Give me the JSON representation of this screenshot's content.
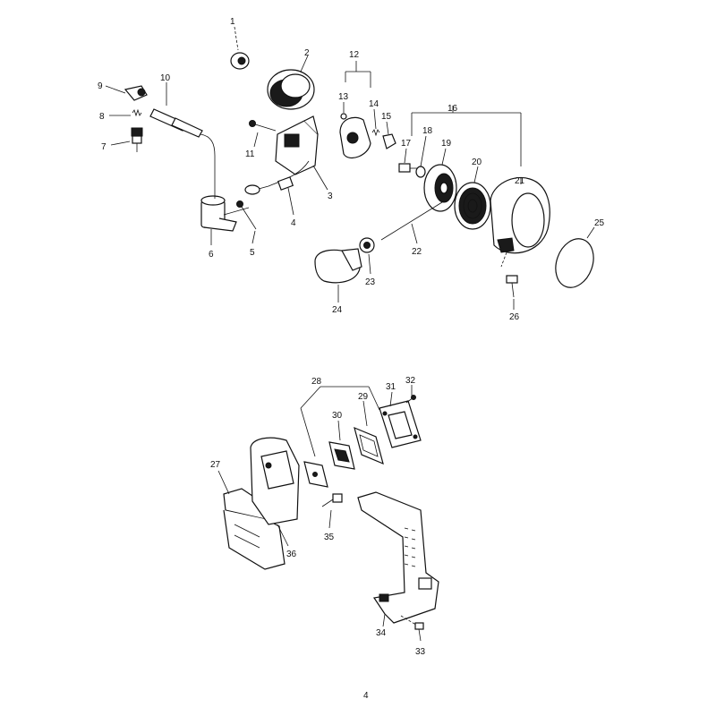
{
  "diagram": {
    "callouts": [
      "1",
      "2",
      "3",
      "4",
      "5",
      "6",
      "7",
      "8",
      "9",
      "10",
      "11",
      "12",
      "13",
      "14",
      "15",
      "16",
      "17",
      "18",
      "19",
      "20",
      "21",
      "22",
      "23",
      "24",
      "25",
      "26",
      "27",
      "28",
      "29",
      "30",
      "31",
      "32",
      "33",
      "34",
      "35",
      "36"
    ]
  },
  "page_number": "4"
}
